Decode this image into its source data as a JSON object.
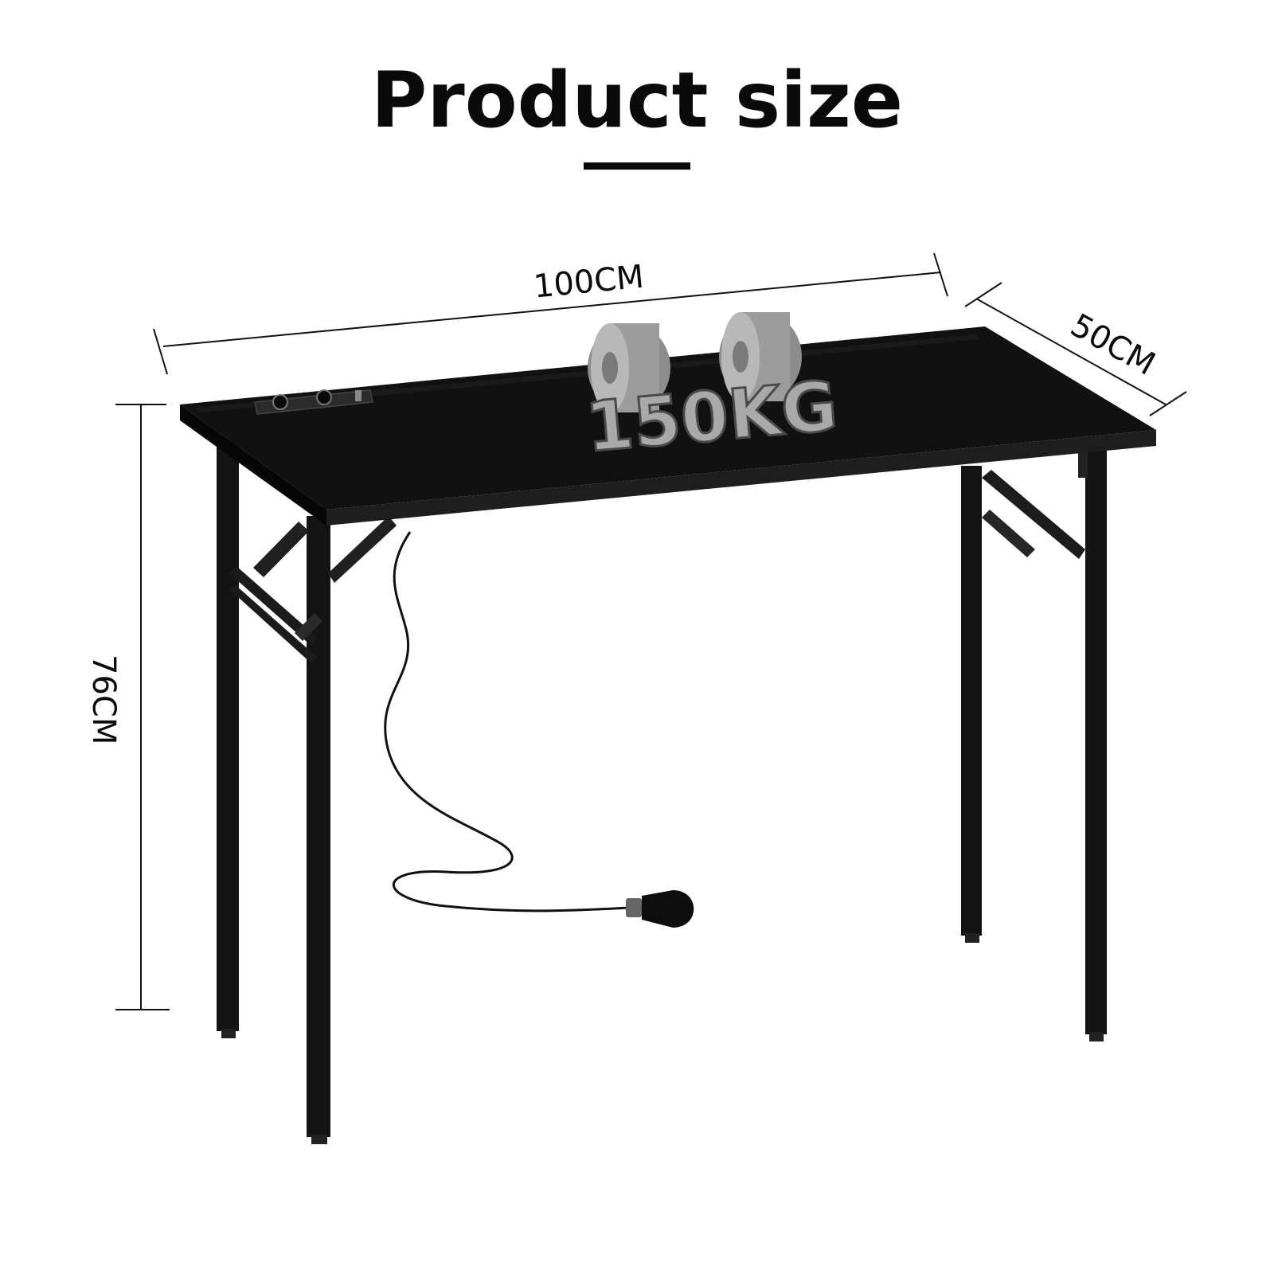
{
  "header": {
    "title": "Product size"
  },
  "dimensions": {
    "width": "100CM",
    "depth": "50CM",
    "height": "76CM"
  },
  "load_capacity": "150KG",
  "colors": {
    "desk": "#101010",
    "weights": "#9a9a9a",
    "text": "#0a0a0a"
  }
}
